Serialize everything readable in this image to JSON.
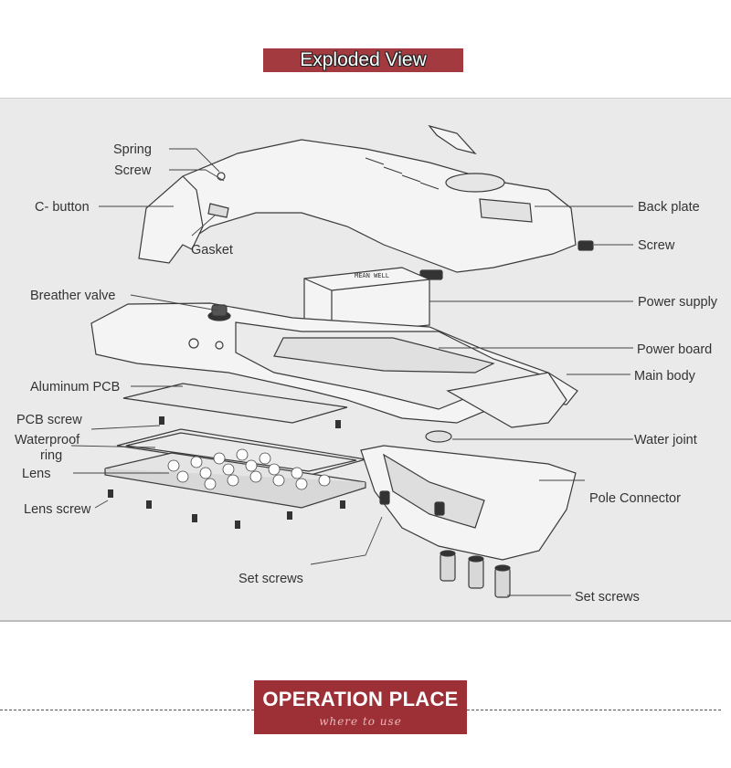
{
  "header": {
    "title": "Exploded View"
  },
  "labels": {
    "spring": "Spring",
    "screw_top": "Screw",
    "c_button": "C- button",
    "gasket": "Gasket",
    "back_plate": "Back plate",
    "screw_right": "Screw",
    "breather_valve": "Breather valve",
    "power_supply": "Power supply",
    "power_board": "Power board",
    "main_body": "Main body",
    "aluminum_pcb": "Aluminum PCB",
    "pcb_screw": "PCB screw",
    "waterproof_line1": "Waterproof",
    "waterproof_line2": "ring",
    "lens": "Lens",
    "water_joint": "Water joint",
    "lens_screw": "Lens screw",
    "pole_connector": "Pole Connector",
    "set_screws_left": "Set screws",
    "set_screws_right": "Set screws"
  },
  "footer": {
    "title": "OPERATION PLACE",
    "subtitle": "where to use"
  },
  "colors": {
    "banner": "#a33a3f",
    "footer_banner": "#9d2f36",
    "panel_bg": "#eaeaea",
    "line": "#444444"
  }
}
